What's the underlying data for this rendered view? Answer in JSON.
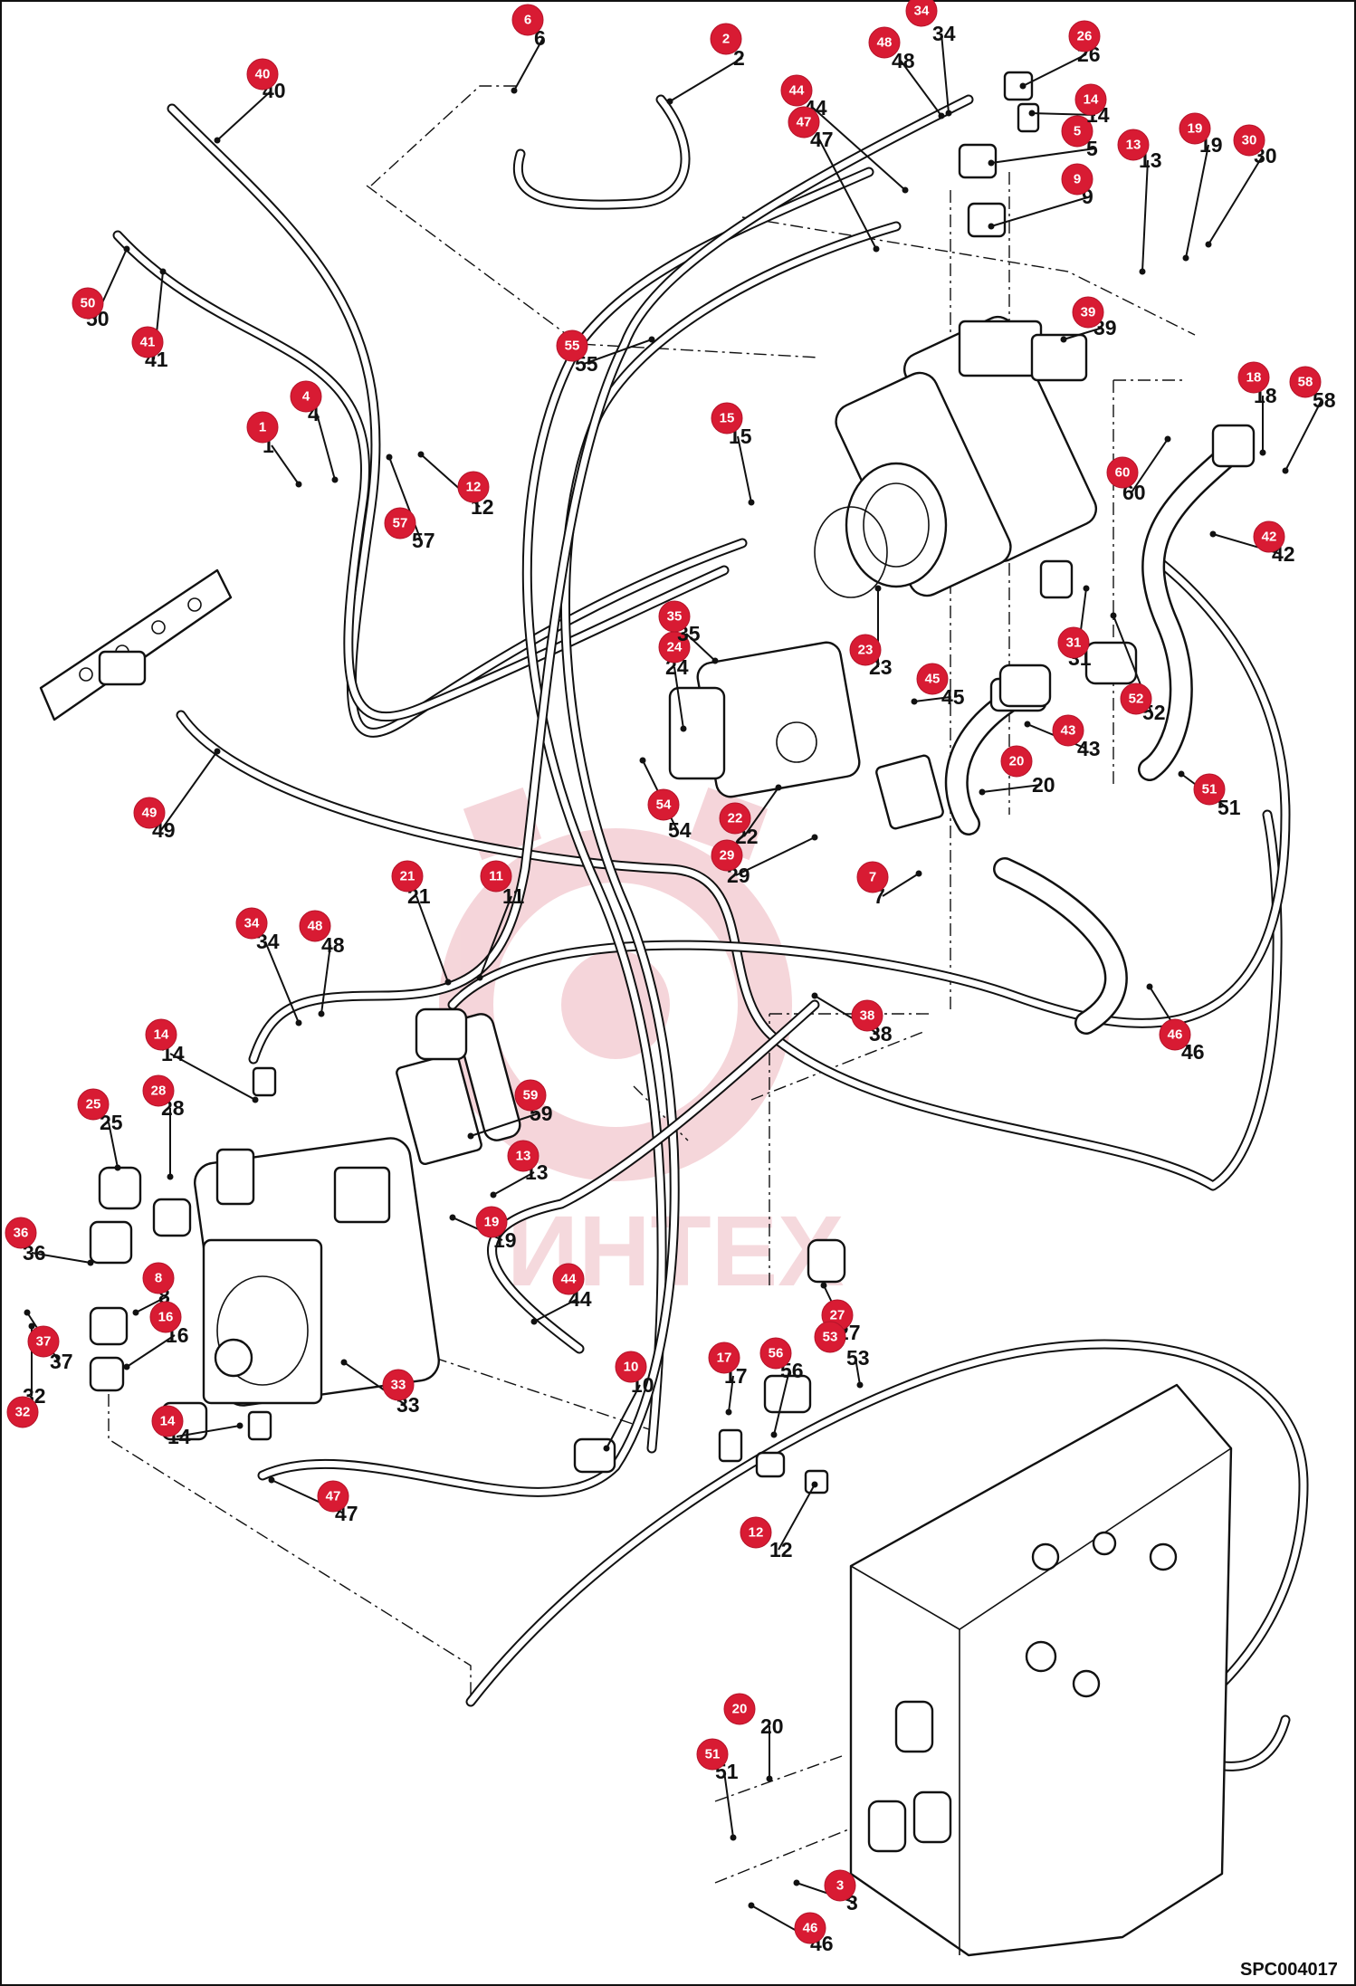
{
  "watermark": "ИНТЕХ",
  "reference_code": "SPC004017",
  "callout_numbers": [
    "1",
    "2",
    "3",
    "4",
    "5",
    "6",
    "7",
    "8",
    "9",
    "10",
    "11",
    "12",
    "13",
    "14",
    "15",
    "16",
    "17",
    "18",
    "19",
    "20",
    "21",
    "22",
    "23",
    "24",
    "25",
    "26",
    "27",
    "28",
    "29",
    "30",
    "31",
    "32",
    "33",
    "34",
    "35",
    "36",
    "37",
    "38",
    "39",
    "40",
    "41",
    "42",
    "43",
    "44",
    "45",
    "46",
    "47",
    "48",
    "49",
    "50",
    "51",
    "52",
    "53",
    "54",
    "55",
    "56",
    "57",
    "58",
    "59",
    "60"
  ]
}
